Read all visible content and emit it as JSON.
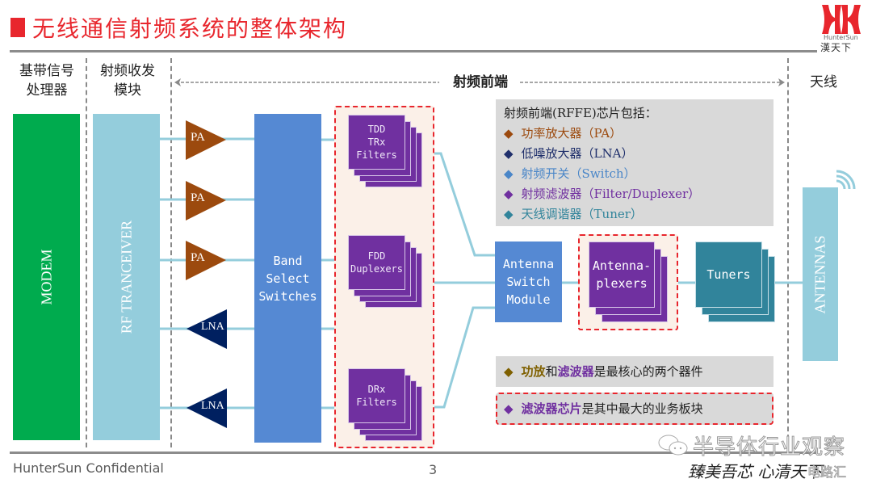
{
  "header": {
    "title": "无线通信射频系统的整体架构",
    "logo": {
      "brand_en": "HunterSun",
      "brand_cn": "漢天下",
      "accent": "#e8262d"
    }
  },
  "columns": {
    "baseband": "基带信号\n处理器",
    "baseband_lines": [
      "基带信号",
      "处理器"
    ],
    "transceiver_lines": [
      "射频收发",
      "模块"
    ],
    "rffe": "射频前端",
    "antenna": "天线"
  },
  "blocks": {
    "modem": "MODEM",
    "rf_transceiver": "RF TRANCEIVER",
    "band_select": [
      "Band",
      "Select",
      "Switches"
    ],
    "pa_labels": [
      "PA",
      "PA",
      "PA"
    ],
    "lna_labels": [
      "LNA",
      "LNA"
    ],
    "tdd_filters": [
      "TDD",
      "TRx",
      "Filters"
    ],
    "fdd_duplexers": [
      "FDD",
      "Duplexers"
    ],
    "drx_filters": [
      "DRx",
      "Filters"
    ],
    "antenna_switch": [
      "Antenna",
      "Switch",
      "Module"
    ],
    "antennaplexers": [
      "Antenna-",
      "plexers"
    ],
    "tuners": "Tuners",
    "antennas": "ANTENNAS"
  },
  "legend": {
    "heading": "射频前端(RFFE)芯片包括：",
    "items": [
      {
        "label": "功率放大器（PA）",
        "color": "#9c4a0e"
      },
      {
        "label": "低噪放大器（LNA）",
        "color": "#1f2f6b"
      },
      {
        "label": "射频开关（Switch）",
        "color": "#4a86c8"
      },
      {
        "label": "射频滤波器（Filter/Duplexer）",
        "color": "#7030a0"
      },
      {
        "label": "天线调谐器（Tuner）",
        "color": "#31849b"
      }
    ]
  },
  "notes": [
    {
      "diamond_color": "#7f6000",
      "parts": [
        {
          "text": "功放",
          "color": "#7f6000"
        },
        {
          "text": "和",
          "color": "#222222"
        },
        {
          "text": "滤波器",
          "color": "#7030a0"
        },
        {
          "text": "是最核心的两个器件",
          "color": "#222222"
        }
      ]
    },
    {
      "diamond_color": "#7030a0",
      "highlighted": true,
      "parts": [
        {
          "text": "滤波器芯片",
          "color": "#7030a0"
        },
        {
          "text": "是其中最大的业务板块",
          "color": "#222222"
        }
      ]
    }
  ],
  "colors": {
    "pa": "#9c4a0e",
    "lna": "#002060",
    "filter": "#7030a0",
    "tuner": "#31849b",
    "switch": "#5589d3",
    "transceiver": "#94cddc",
    "modem": "#00ab4e",
    "wire": "#94cddc",
    "highlight_border": "#e8262d"
  },
  "footer": {
    "confidential": "HunterSun Confidential",
    "page_number": "3",
    "watermark": "半导体行业观察",
    "slogan": "臻美吾芯 心清天下",
    "slogan_overlay": "电路汇"
  }
}
